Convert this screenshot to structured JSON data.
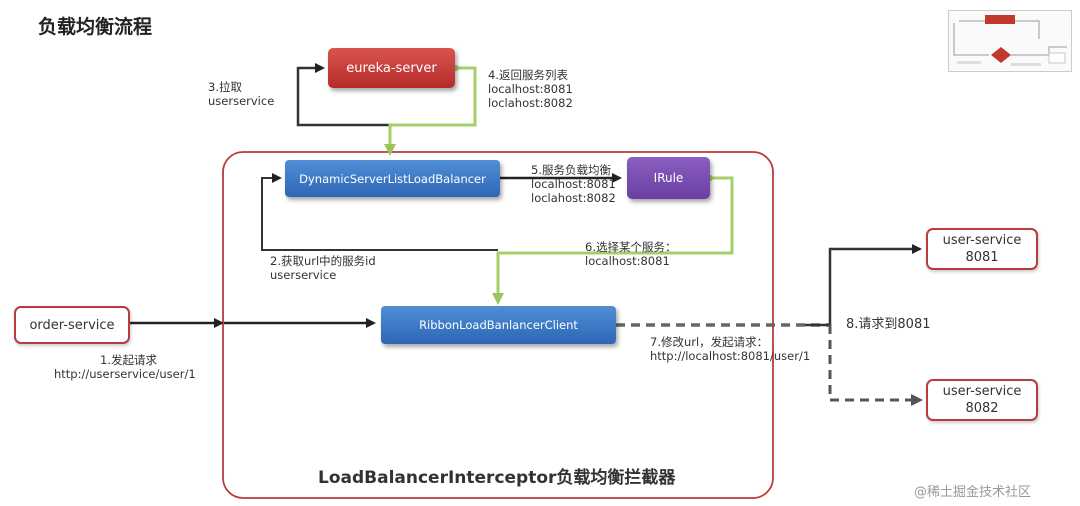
{
  "title": "负载均衡流程",
  "nodes": {
    "eureka": "eureka-server",
    "dynamic_lb": "DynamicServerListLoadBalancer",
    "irule": "IRule",
    "ribbon_client": "RibbonLoadBanlancerClient",
    "order_service": "order-service",
    "user_service_1": [
      "user-service",
      "8081"
    ],
    "user_service_2": [
      "user-service",
      "8082"
    ]
  },
  "container_title": "LoadBalancerInterceptor负载均衡拦截器",
  "steps": {
    "s1": [
      "1.发起请求",
      "http://userservice/user/1"
    ],
    "s2": [
      "2.获取url中的服务id",
      "userservice"
    ],
    "s3": [
      "3.拉取",
      "userservice"
    ],
    "s4": [
      "4.返回服务列表",
      "localhost:8081",
      "loclahost:8082"
    ],
    "s5": [
      "5.服务负载均衡",
      "localhost:8081",
      "loclahost:8082"
    ],
    "s6": [
      "6.选择某个服务：",
      "localhost:8081"
    ],
    "s7": [
      "7.修改url，发起请求：",
      "http://localhost:8081/user/1"
    ],
    "s8": "8.请求到8081"
  },
  "watermark": "@稀土掘金技术社区",
  "colors": {
    "green_line": "#a6cf6a",
    "dark_line": "#333333",
    "container_border": "#b93b3b",
    "blue_node": "#2d66b5",
    "red_node": "#c0392b",
    "purple_node": "#6a3fa3"
  }
}
